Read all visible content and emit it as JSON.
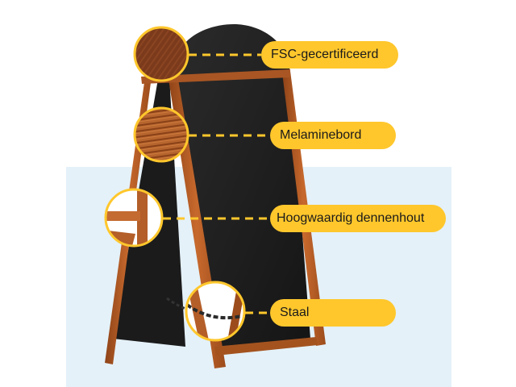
{
  "colors": {
    "pill": "#ffc72c",
    "frame_wood": "#b9602a",
    "board": "#1f1f1f",
    "backdrop": "#e4f1f9"
  },
  "features": [
    {
      "label": "FSC-gecertificeerd"
    },
    {
      "label": "Melaminebord"
    },
    {
      "label": "Hoogwaardig dennenhout"
    },
    {
      "label": "Staal"
    }
  ]
}
